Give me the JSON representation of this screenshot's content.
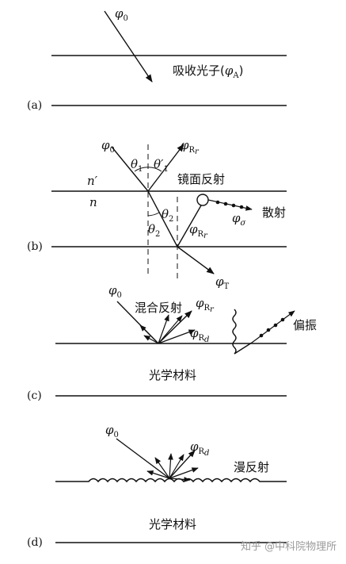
{
  "panel_a": {
    "incident_symbol": "φ",
    "incident_sub": "0",
    "absorb_label": "吸收光子(",
    "absorb_symbol": "φ",
    "absorb_sub": "A",
    "absorb_close": ")",
    "panel_label": "(a)"
  },
  "panel_b": {
    "incident_symbol": "φ",
    "incident_sub": "0",
    "theta1": "θ",
    "theta1_sub": "1",
    "theta1p": "θ′",
    "theta1p_sub": "1",
    "reflect_symbol": "φ",
    "reflect_sub": "R",
    "reflect_sub2": "r",
    "specular_label": "镜面反射",
    "n_prime": "n′",
    "n": "n",
    "theta2a": "θ",
    "theta2a_sub": "2",
    "theta2b": "θ",
    "theta2b_sub": "2",
    "scatter_symbol": "φ",
    "scatter_sub": "σ",
    "scatter_label": "散射",
    "inner_reflect_symbol": "φ",
    "inner_reflect_sub": "R",
    "inner_reflect_sub2": "r",
    "panel_label": "(b)",
    "transmit_symbol": "φ",
    "transmit_sub": "T"
  },
  "panel_c": {
    "incident_symbol": "φ",
    "incident_sub": "0",
    "mixed_label": "混合反射",
    "rr_symbol": "φ",
    "rr_sub": "R",
    "rr_sub2": "r",
    "rd_symbol": "φ",
    "rd_sub": "R",
    "rd_sub2": "d",
    "polar_label": "偏振",
    "material_label": "光学材料",
    "panel_label": "(c)"
  },
  "panel_d": {
    "incident_symbol": "φ",
    "incident_sub": "0",
    "rd_symbol": "φ",
    "rd_sub": "R",
    "rd_sub2": "d",
    "diffuse_label": "漫反射",
    "material_label": "光学材料",
    "panel_label": "(d)"
  },
  "watermark": "知乎 @中科院物理所"
}
